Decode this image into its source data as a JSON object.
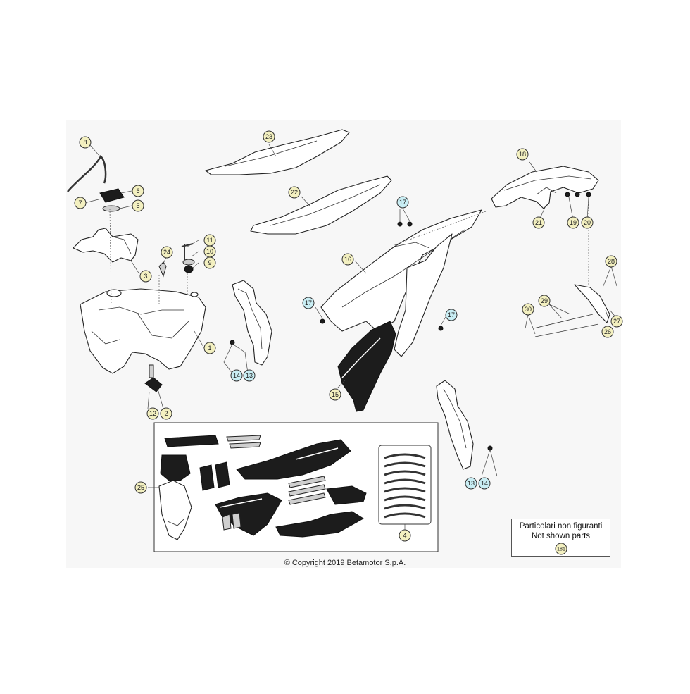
{
  "diagram": {
    "copyright": "© Copyright 2019 Betamotor S.p.A.",
    "not_shown_box": {
      "line1": "Particolari non figuranti",
      "line2": "Not shown parts",
      "ref": "181"
    },
    "callout_fill": "#f3f0c0",
    "callout_fill_alt": "#c9eef4",
    "labels": {
      "c1": "1",
      "c2": "2",
      "c3": "3",
      "c4": "4",
      "c5": "5",
      "c6": "6",
      "c7": "7",
      "c8": "8",
      "c9": "9",
      "c10": "10",
      "c11": "11",
      "c12": "12",
      "c13a": "13",
      "c14a": "14",
      "c13b": "13",
      "c14b": "14",
      "c15": "15",
      "c16": "16",
      "c17a": "17",
      "c17b": "17",
      "c17c": "17",
      "c18": "18",
      "c19": "19",
      "c20": "20",
      "c21": "21",
      "c22": "22",
      "c23": "23",
      "c24": "24",
      "c25": "25",
      "c26": "26",
      "c27": "27",
      "c28": "28",
      "c29": "29",
      "c30": "30"
    }
  }
}
